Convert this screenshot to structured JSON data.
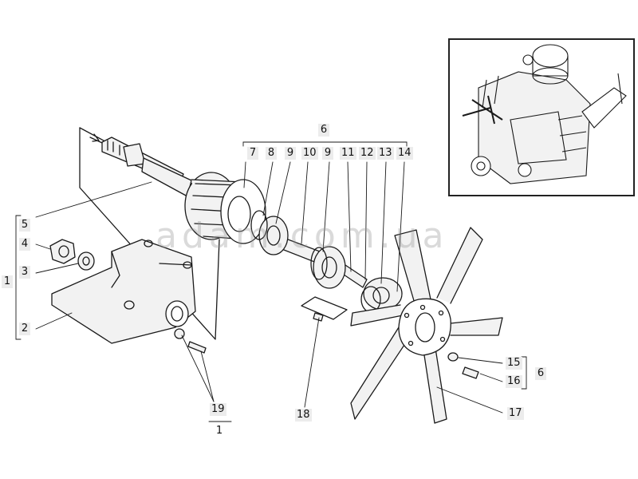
{
  "watermark": "adam.com.ua",
  "callouts": {
    "c1": "1",
    "c2": "2",
    "c3": "3",
    "c4": "4",
    "c5": "5",
    "c6_top": "6",
    "c6_right": "6",
    "c7": "7",
    "c8": "8",
    "c9a": "9",
    "c10": "10",
    "c9b": "9",
    "c11": "11",
    "c12": "12",
    "c13": "13",
    "c14": "14",
    "c15": "15",
    "c16": "16",
    "c17": "17",
    "c18": "18",
    "c19": "19",
    "c19_sub": "1"
  },
  "colors": {
    "line": "#1a1a1a",
    "part_fill": "#f2f2f2",
    "label_bg": "#ececec"
  },
  "icons": {
    "shaft": "drive-shaft-icon",
    "pulley": "pulley-icon",
    "fan": "fan-blade-icon",
    "bracket": "bracket-icon",
    "engine": "engine-icon"
  }
}
